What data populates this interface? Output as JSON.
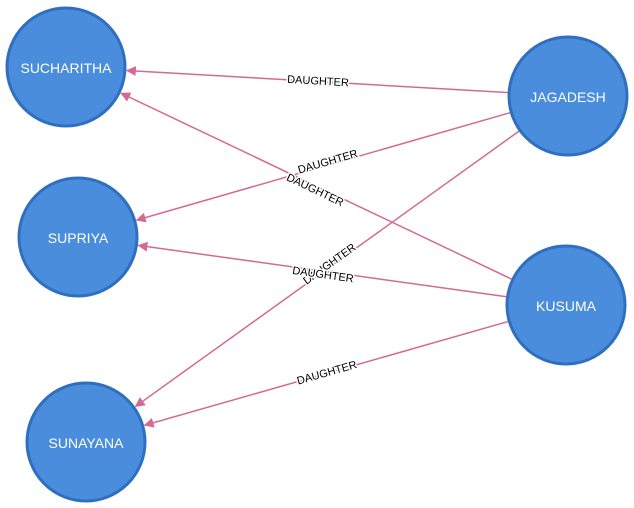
{
  "colors": {
    "node_fill": "#4a8ddc",
    "node_stroke": "#2f6fbf",
    "node_text": "#ffffff",
    "edge": "#d46a93",
    "edge_label": "#000000"
  },
  "nodes": [
    {
      "id": "sucharitha",
      "label": "SUCHARITHA"
    },
    {
      "id": "supriya",
      "label": "SUPRIYA"
    },
    {
      "id": "sunayana",
      "label": "SUNAYANA"
    },
    {
      "id": "jagadesh",
      "label": "JAGADESH"
    },
    {
      "id": "kusuma",
      "label": "KUSUMA"
    }
  ],
  "edges": [
    {
      "from": "jagadesh",
      "to": "sucharitha",
      "label": "DAUGHTER"
    },
    {
      "from": "jagadesh",
      "to": "supriya",
      "label": "DAUGHTER"
    },
    {
      "from": "jagadesh",
      "to": "sunayana",
      "label": "DAUGHTER"
    },
    {
      "from": "kusuma",
      "to": "sucharitha",
      "label": "DAUGHTER"
    },
    {
      "from": "kusuma",
      "to": "supriya",
      "label": "DAUGHTER"
    },
    {
      "from": "kusuma",
      "to": "sunayana",
      "label": "DAUGHTER"
    }
  ]
}
